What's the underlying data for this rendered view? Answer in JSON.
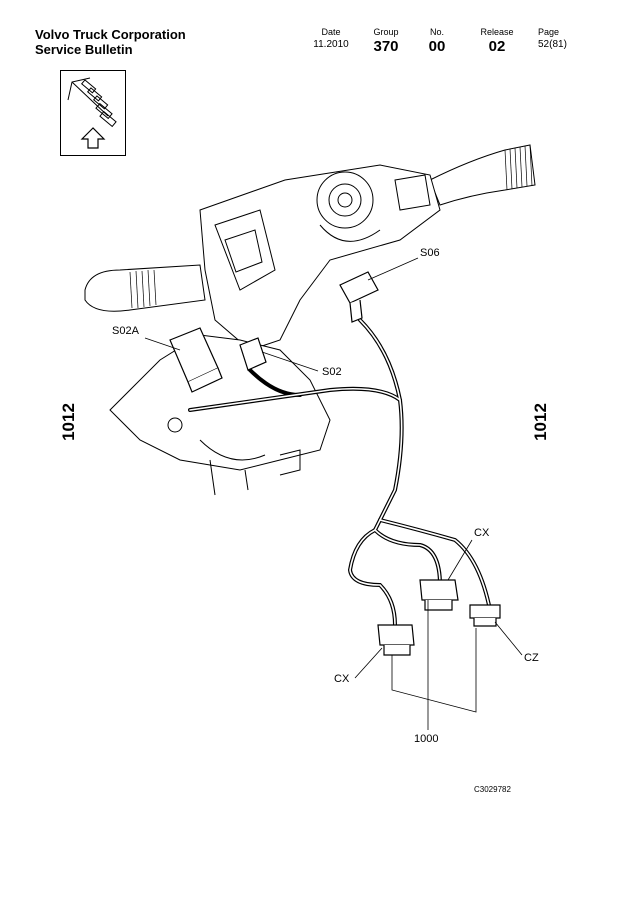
{
  "header": {
    "company": "Volvo Truck Corporation",
    "bulletin": "Service Bulletin",
    "date_label": "Date",
    "date_value": "11.2010",
    "group_label": "Group",
    "group_value": "370",
    "no_label": "No.",
    "no_value": "00",
    "release_label": "Release",
    "release_value": "02",
    "page_label": "Page",
    "page_value": "52(81)"
  },
  "side_labels": {
    "left": "1012",
    "right": "1012"
  },
  "callouts": {
    "s06": "S06",
    "s02a": "S02A",
    "s02": "S02",
    "cx_top": "CX",
    "cz": "CZ",
    "cx_left": "CX",
    "n1000": "1000"
  },
  "figure_code": "C3029782",
  "icons": [
    "arrow-up-icon",
    "connector-view-icon"
  ]
}
